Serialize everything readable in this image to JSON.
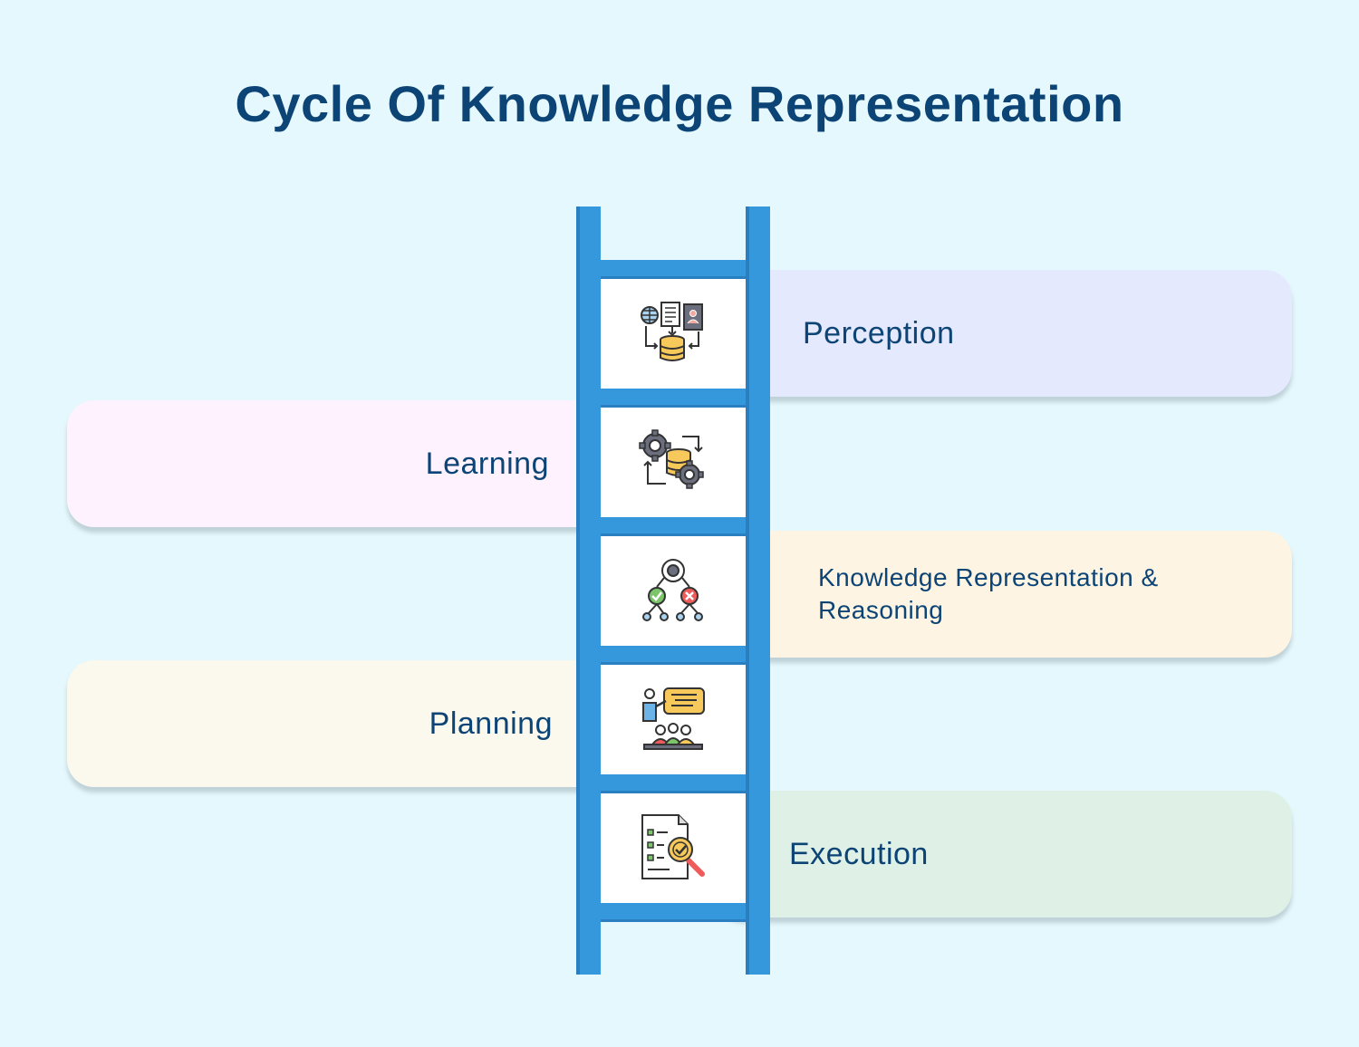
{
  "title": "Cycle Of Knowledge Representation",
  "colors": {
    "background": "#e5f8fd",
    "title": "#0d4476",
    "ladder": "#3597dc",
    "perception_card": "#e4e9fd",
    "learning_card": "#fdf2fd",
    "krr_card": "#fdf4e3",
    "planning_card": "#fbf8ee",
    "execution_card": "#dff0e6"
  },
  "steps": [
    {
      "label": "Perception",
      "icon": "data-collection-icon"
    },
    {
      "label": "Learning",
      "icon": "data-processing-gears-icon"
    },
    {
      "label": "Knowledge Representation & Reasoning",
      "icon": "decision-tree-icon"
    },
    {
      "label": "Planning",
      "icon": "presentation-planning-icon"
    },
    {
      "label": "Execution",
      "icon": "checklist-inspection-icon"
    }
  ]
}
